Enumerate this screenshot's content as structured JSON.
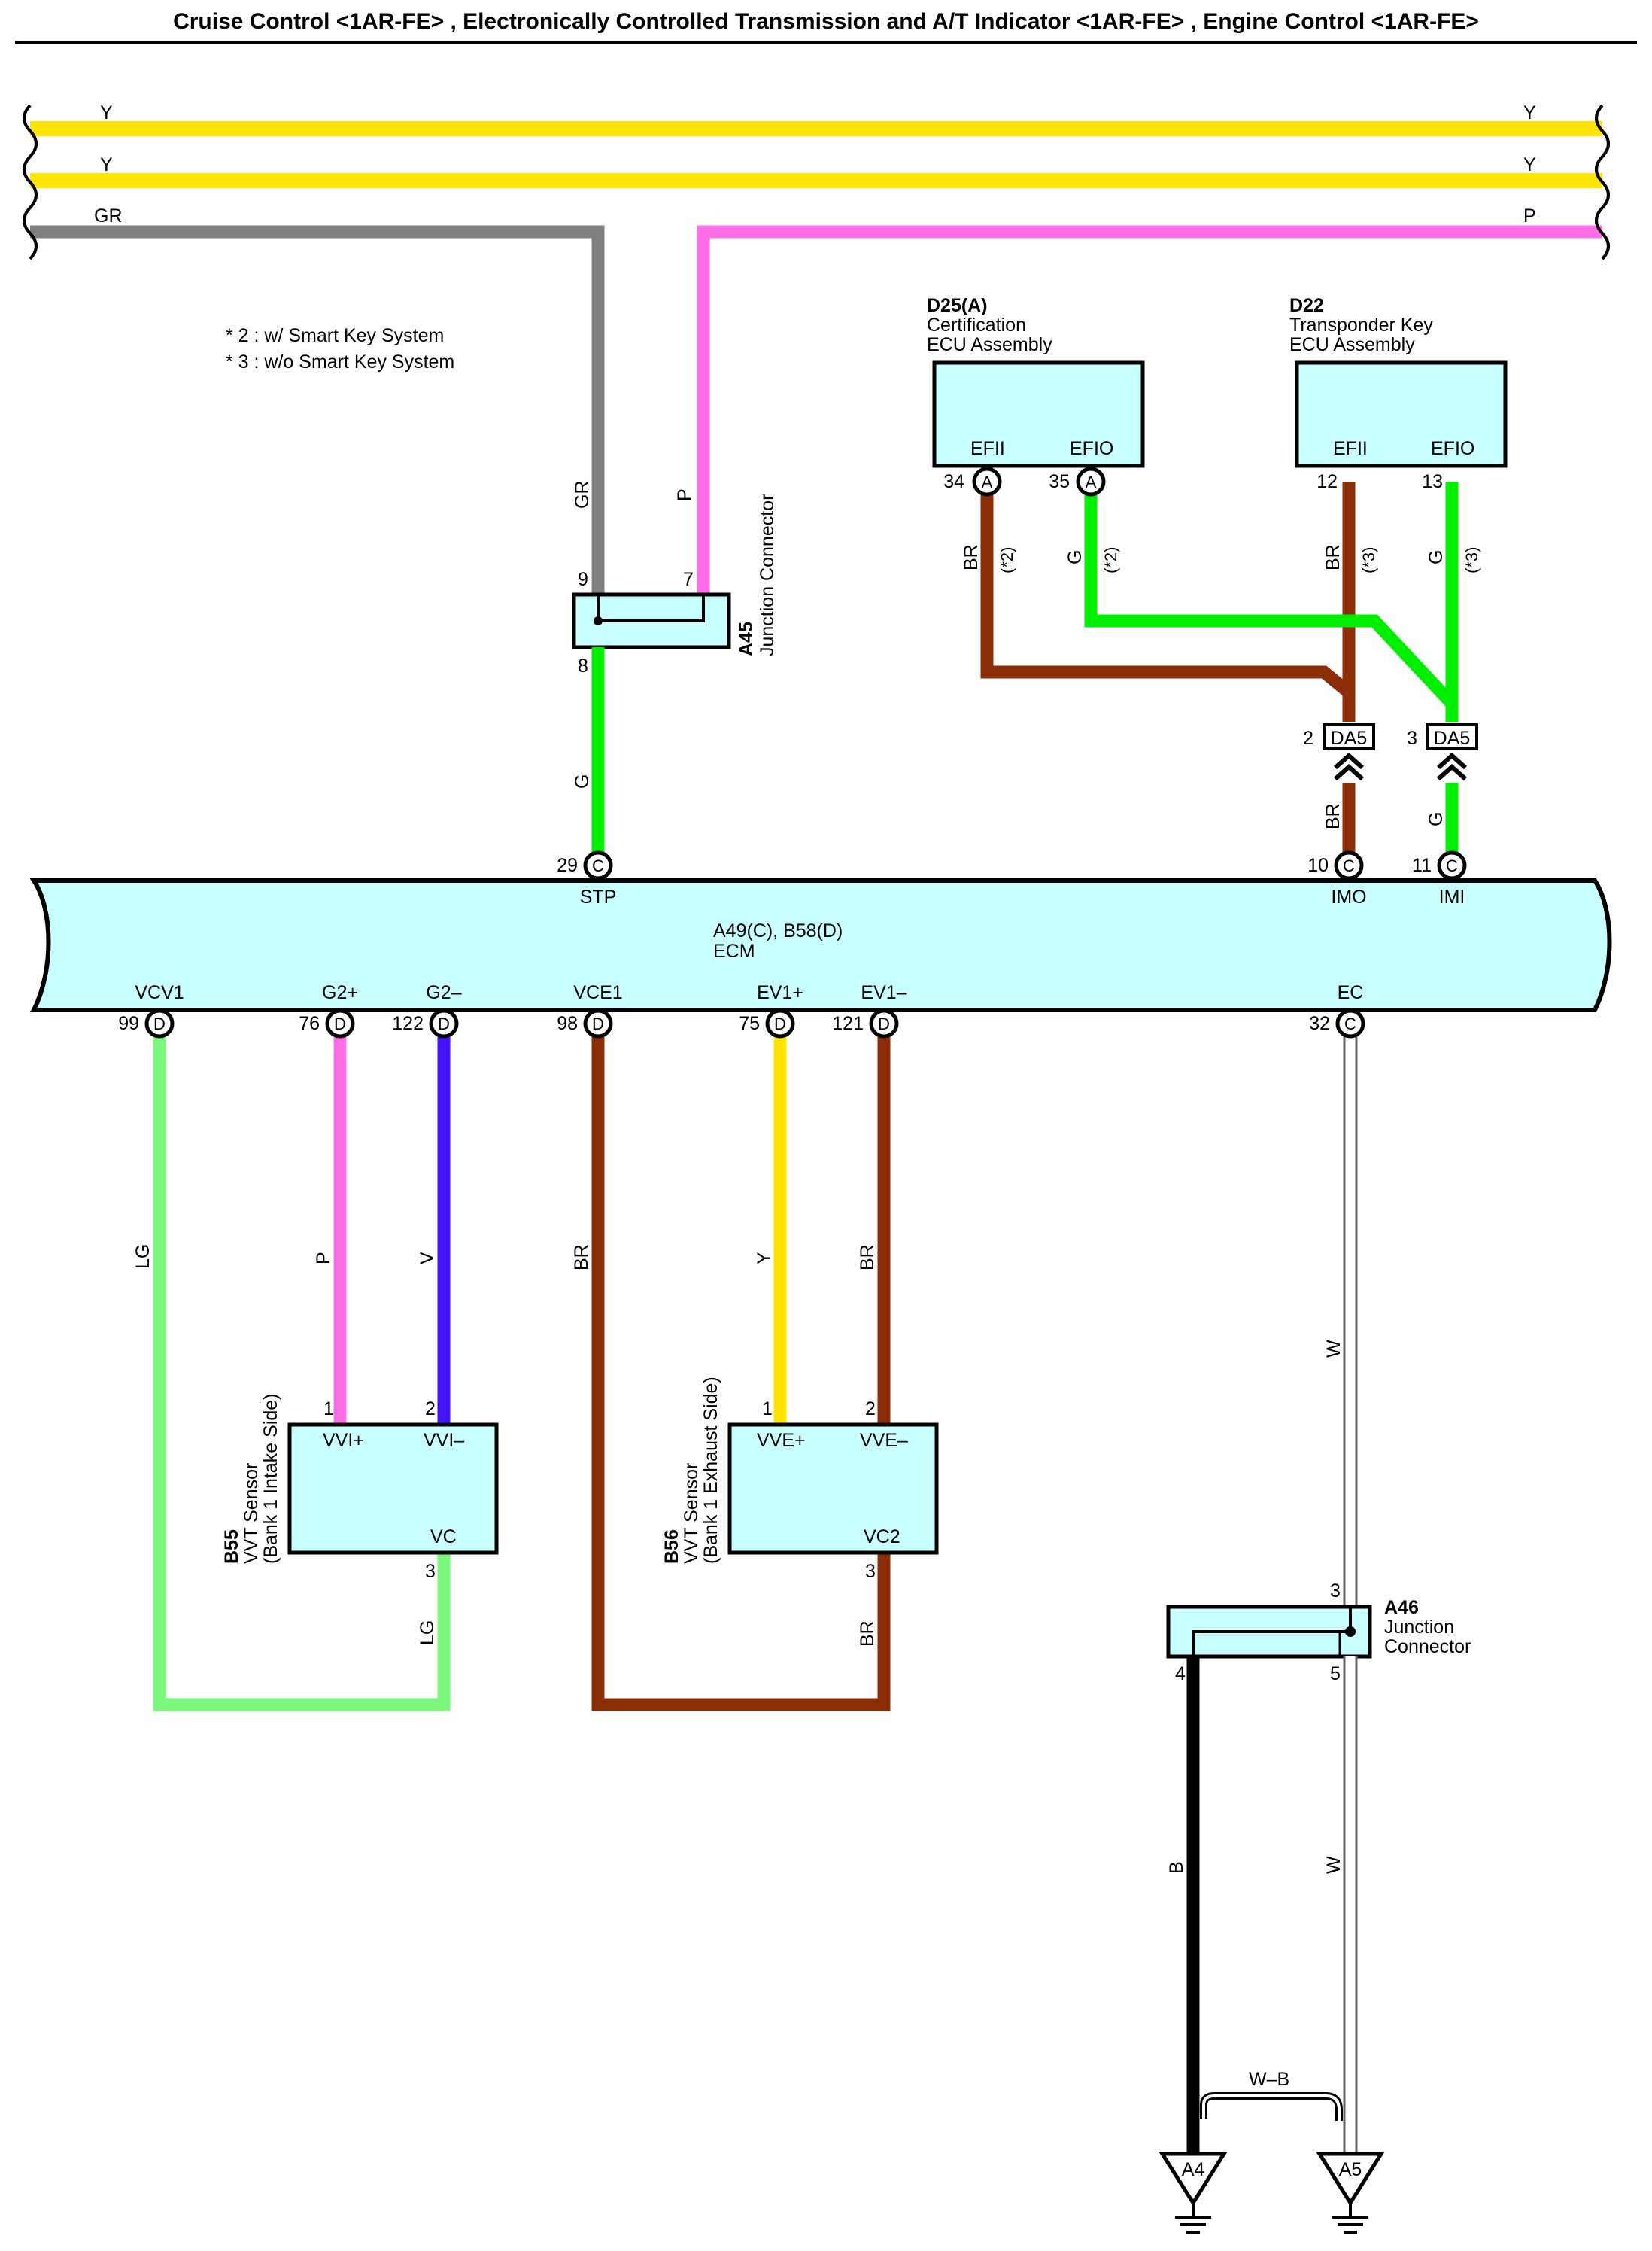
{
  "title": "Cruise Control <1AR-FE> , Electronically Controlled Transmission and A/T Indicator <1AR-FE> , Engine Control <1AR-FE>",
  "colors": {
    "Y": "#ffe400",
    "GR": "#808080",
    "P": "#ff6ee6",
    "G": "#00ee00",
    "BR": "#8b2e08",
    "LG": "#7cf87c",
    "V": "#4412ff",
    "W": "#c8c8c8",
    "B": "#000000",
    "box": "#c8ffff"
  },
  "notes": {
    "n2": "* 2 : w/ Smart Key System",
    "n3": "* 3 : w/o Smart Key System"
  },
  "top_wires": {
    "y1_left": "Y",
    "y1_right": "Y",
    "y2_left": "Y",
    "y2_right": "Y",
    "gr_left": "GR",
    "p_right": "P"
  },
  "a45": {
    "code": "A45",
    "name": "Junction Connector",
    "pin_gr": "9",
    "pin_p": "7",
    "pin_out": "8",
    "wire_gr": "GR",
    "wire_p": "P",
    "wire_g": "G"
  },
  "d25": {
    "code": "D25(A)",
    "name1": "Certification",
    "name2": "ECU Assembly",
    "pin1_name": "EFII",
    "pin2_name": "EFIO",
    "pin1_num": "34",
    "pin2_num": "35",
    "conn": "A",
    "wire1": "BR",
    "wire2": "G",
    "note": "(*2)"
  },
  "d22": {
    "code": "D22",
    "name1": "Transponder Key",
    "name2": "ECU Assembly",
    "pin1_name": "EFII",
    "pin2_name": "EFIO",
    "pin1_num": "12",
    "pin2_num": "13",
    "wire1": "BR",
    "wire2": "G",
    "note": "(*3)"
  },
  "da5": {
    "code": "DA5",
    "pin_br": "2",
    "pin_g": "3",
    "wire_br": "BR",
    "wire_g": "G"
  },
  "ecm": {
    "code": "A49(C), B58(D)",
    "name": "ECM",
    "top_pins": [
      {
        "num": "29",
        "conn": "C",
        "name": "STP"
      },
      {
        "num": "10",
        "conn": "C",
        "name": "IMO"
      },
      {
        "num": "11",
        "conn": "C",
        "name": "IMI"
      }
    ],
    "bottom_pins": [
      {
        "num": "99",
        "conn": "D",
        "name": "VCV1"
      },
      {
        "num": "76",
        "conn": "D",
        "name": "G2+"
      },
      {
        "num": "122",
        "conn": "D",
        "name": "G2–"
      },
      {
        "num": "98",
        "conn": "D",
        "name": "VCE1"
      },
      {
        "num": "75",
        "conn": "D",
        "name": "EV1+"
      },
      {
        "num": "121",
        "conn": "D",
        "name": "EV1–"
      },
      {
        "num": "32",
        "conn": "C",
        "name": "EC"
      }
    ]
  },
  "wires_mid": {
    "lg": "LG",
    "p": "P",
    "v": "V",
    "br1": "BR",
    "y": "Y",
    "br2": "BR",
    "w1": "W",
    "lg2": "LG",
    "br3": "BR",
    "w2": "W",
    "b": "B",
    "wb": "W–B"
  },
  "b55": {
    "code": "B55",
    "name1": "VVT Sensor",
    "name2": "(Bank 1 Intake Side)",
    "pin1": "VVI+",
    "pin2": "VVI–",
    "pin3": "VC",
    "n1": "1",
    "n2": "2",
    "n3": "3"
  },
  "b56": {
    "code": "B56",
    "name1": "VVT Sensor",
    "name2": "(Bank 1 Exhaust Side)",
    "pin1": "VVE+",
    "pin2": "VVE–",
    "pin3": "VC2",
    "n1": "1",
    "n2": "2",
    "n3": "3"
  },
  "a46": {
    "code": "A46",
    "name1": "Junction",
    "name2": "Connector",
    "pin_in": "3",
    "pin_b": "4",
    "pin_w": "5"
  },
  "grounds": {
    "g1": "A4",
    "g2": "A5"
  }
}
